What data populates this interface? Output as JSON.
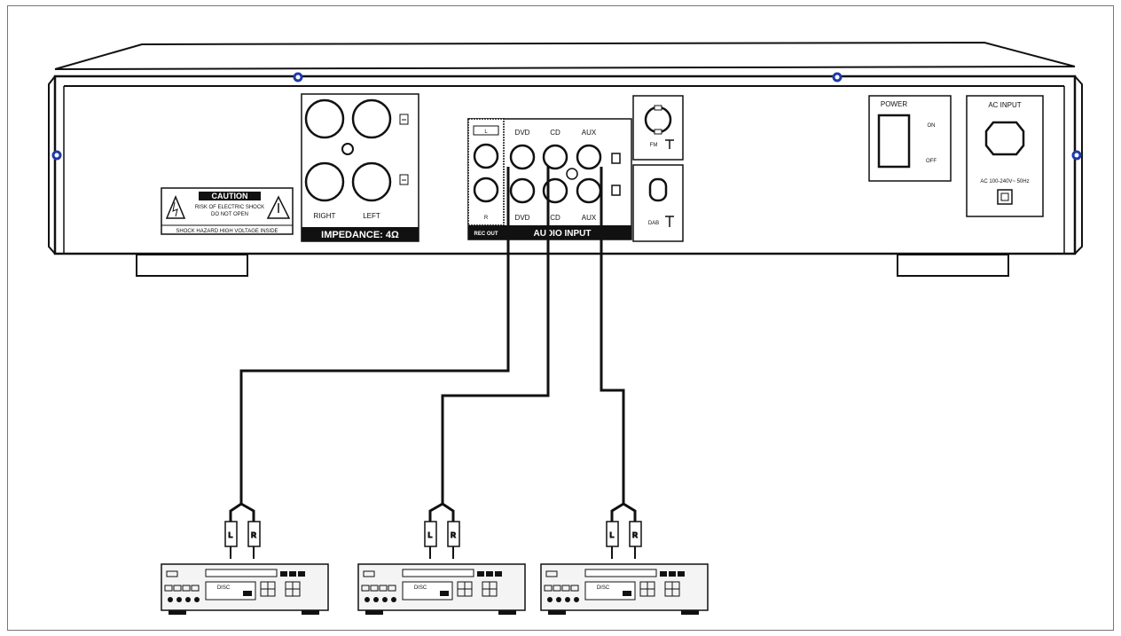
{
  "caution": {
    "title": "CAUTION",
    "line1": "RISK OF ELECTRIC SHOCK",
    "line2": "DO NOT OPEN",
    "bottom": "SHOCK HAZARD HIGH VOLTAGE INSIDE"
  },
  "speaker": {
    "right": "RIGHT",
    "left": "LEFT",
    "impedance": "IMPEDANCE: 4Ω"
  },
  "rec_out": {
    "l": "L",
    "r": "R",
    "label": "REC OUT"
  },
  "audio_input": {
    "dvd": "DVD",
    "cd": "CD",
    "aux": "AUX",
    "label": "AUDIO INPUT"
  },
  "antenna": {
    "fm": "FM",
    "dab": "DAB"
  },
  "power": {
    "title": "POWER",
    "on": "ON",
    "off": "OFF"
  },
  "ac": {
    "title": "AC INPUT",
    "spec": "AC 100-240V~ 50Hz"
  },
  "plugs": {
    "left": "L",
    "right": "R"
  },
  "devices": {
    "display_text": "DISC"
  }
}
